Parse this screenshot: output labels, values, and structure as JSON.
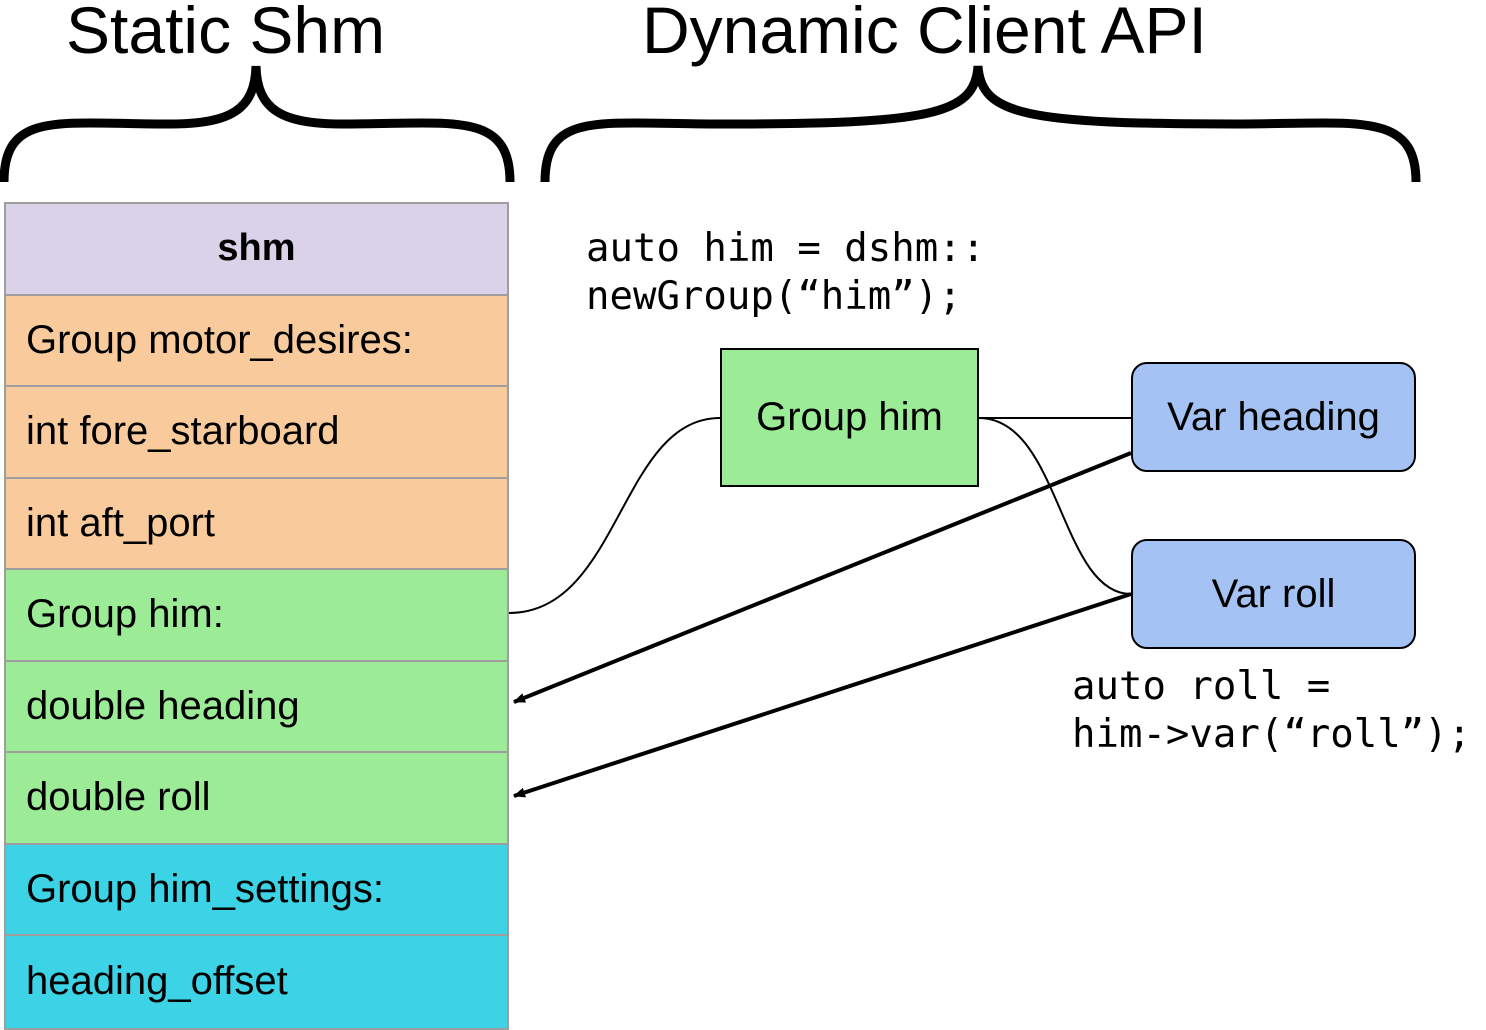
{
  "headings": {
    "static": "Static Shm",
    "dynamic": "Dynamic Client API"
  },
  "shm_table": {
    "header": "shm",
    "rows": [
      {
        "label": "Group motor_desires:",
        "color": "#f9cb9c"
      },
      {
        "label": "int fore_starboard",
        "color": "#f9cb9c"
      },
      {
        "label": "int aft_port",
        "color": "#f9cb9c"
      },
      {
        "label": "Group him:",
        "color": "#9ceb97"
      },
      {
        "label": "double heading",
        "color": "#9ceb97"
      },
      {
        "label": "double roll",
        "color": "#9ceb97"
      },
      {
        "label": "Group him_settings:",
        "color": "#3dd3e6"
      },
      {
        "label": "heading_offset",
        "color": "#3dd3e6"
      }
    ],
    "header_color": "#d9d2e9"
  },
  "code": {
    "new_group": "auto him = dshm::\nnewGroup(“him”);",
    "new_var": "auto roll =\nhim->var(“roll”);"
  },
  "boxes": {
    "group": "Group him",
    "var_heading": "Var heading",
    "var_roll": "Var roll"
  },
  "colors": {
    "group_box": "#9ceb97",
    "var_box": "#a4c2f4"
  }
}
